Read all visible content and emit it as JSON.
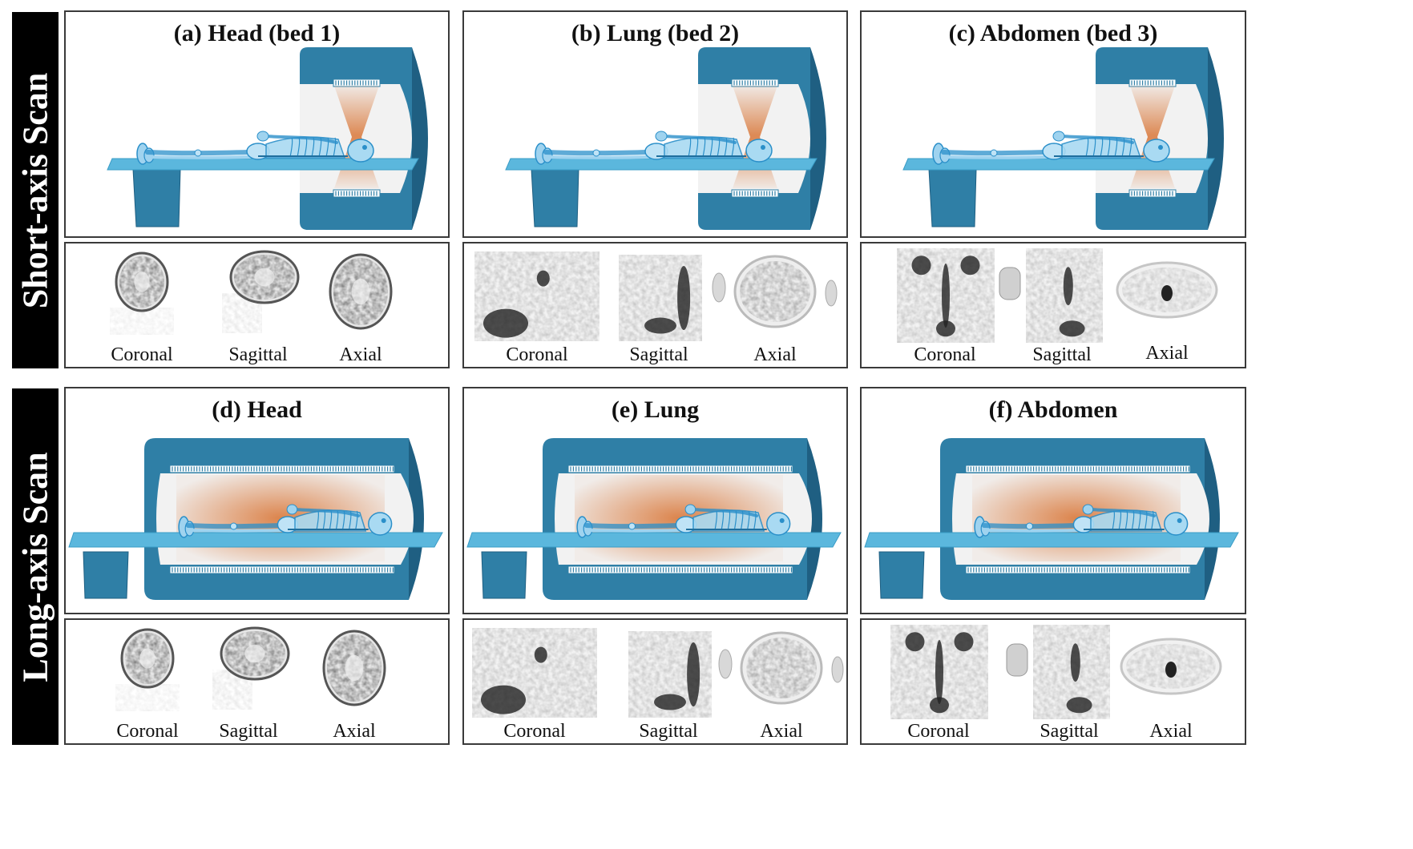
{
  "rows": [
    {
      "label": "Short-axis Scan",
      "mode": "short",
      "panels": [
        {
          "title": "(a) Head (bed 1)",
          "region": "head",
          "image_labels": [
            "Coronal",
            "Sagittal",
            "Axial"
          ]
        },
        {
          "title": "(b) Lung (bed 2)",
          "region": "lung",
          "image_labels": [
            "Coronal",
            "Sagittal",
            "Axial"
          ]
        },
        {
          "title": "(c) Abdomen (bed 3)",
          "region": "abdomen",
          "image_labels": [
            "Coronal",
            "Sagittal",
            "Axial"
          ]
        }
      ]
    },
    {
      "label": "Long-axis Scan",
      "mode": "long",
      "panels": [
        {
          "title": "(d) Head",
          "region": "head",
          "image_labels": [
            "Coronal",
            "Sagittal",
            "Axial"
          ]
        },
        {
          "title": "(e) Lung",
          "region": "lung",
          "image_labels": [
            "Coronal",
            "Sagittal",
            "Axial"
          ]
        },
        {
          "title": "(f) Abdomen",
          "region": "abdomen",
          "image_labels": [
            "Coronal",
            "Sagittal",
            "Axial"
          ]
        }
      ]
    }
  ],
  "colors": {
    "scanner": "#2f7fa6",
    "scanner_dark": "#1f5f82",
    "bed": "#5bb7dd",
    "bore": "#f2f2f2",
    "detector": "#2f7fa6",
    "beam": "#d9783a",
    "skeleton": "#2a8fc9"
  }
}
